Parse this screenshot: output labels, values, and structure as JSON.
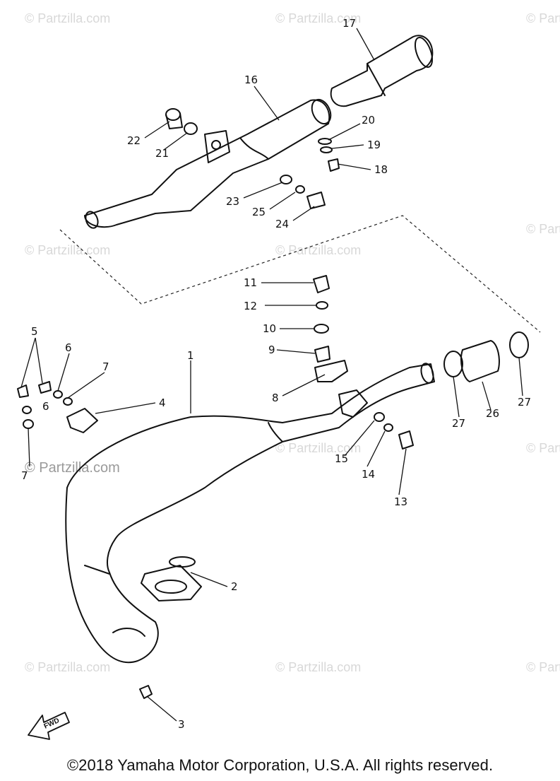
{
  "watermark": {
    "text": "© Partzilla.com",
    "strong_text": "© Partzilla.com"
  },
  "callouts": [
    "1",
    "2",
    "3",
    "4",
    "5",
    "6",
    "6",
    "7",
    "7",
    "8",
    "9",
    "10",
    "11",
    "12",
    "13",
    "14",
    "15",
    "16",
    "17",
    "18",
    "19",
    "20",
    "21",
    "22",
    "23",
    "24",
    "25",
    "26",
    "27",
    "27"
  ],
  "fwd_label": "FWD",
  "copyright": "©2018 Yamaha Motor Corporation, U.S.A. All rights reserved."
}
